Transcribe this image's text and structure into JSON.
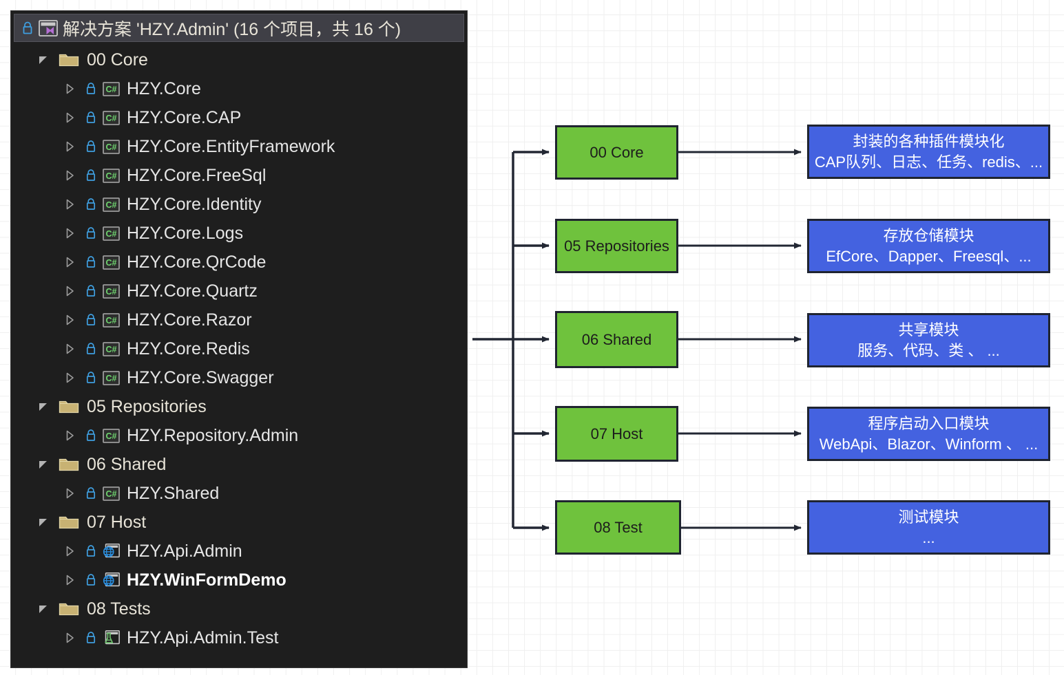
{
  "solution_explorer": {
    "header": {
      "title": "解决方案 'HZY.Admin' (16 个项目，共 16 个)",
      "lock_icon": "lock-icon",
      "solution_icon": "visual-studio-solution-icon"
    },
    "tree": [
      {
        "label": "00 Core",
        "type": "folder",
        "level": 1,
        "expander": "expanded",
        "bold": false
      },
      {
        "label": "HZY.Core",
        "type": "csharp",
        "level": 2,
        "expander": "collapsed",
        "bold": false
      },
      {
        "label": "HZY.Core.CAP",
        "type": "csharp",
        "level": 2,
        "expander": "collapsed",
        "bold": false
      },
      {
        "label": "HZY.Core.EntityFramework",
        "type": "csharp",
        "level": 2,
        "expander": "collapsed",
        "bold": false
      },
      {
        "label": "HZY.Core.FreeSql",
        "type": "csharp",
        "level": 2,
        "expander": "collapsed",
        "bold": false
      },
      {
        "label": "HZY.Core.Identity",
        "type": "csharp",
        "level": 2,
        "expander": "collapsed",
        "bold": false
      },
      {
        "label": "HZY.Core.Logs",
        "type": "csharp",
        "level": 2,
        "expander": "collapsed",
        "bold": false
      },
      {
        "label": "HZY.Core.QrCode",
        "type": "csharp",
        "level": 2,
        "expander": "collapsed",
        "bold": false
      },
      {
        "label": "HZY.Core.Quartz",
        "type": "csharp",
        "level": 2,
        "expander": "collapsed",
        "bold": false
      },
      {
        "label": "HZY.Core.Razor",
        "type": "csharp",
        "level": 2,
        "expander": "collapsed",
        "bold": false
      },
      {
        "label": "HZY.Core.Redis",
        "type": "csharp",
        "level": 2,
        "expander": "collapsed",
        "bold": false
      },
      {
        "label": "HZY.Core.Swagger",
        "type": "csharp",
        "level": 2,
        "expander": "collapsed",
        "bold": false
      },
      {
        "label": "05 Repositories",
        "type": "folder",
        "level": 1,
        "expander": "expanded",
        "bold": false
      },
      {
        "label": "HZY.Repository.Admin",
        "type": "csharp",
        "level": 2,
        "expander": "collapsed",
        "bold": false
      },
      {
        "label": "06 Shared",
        "type": "folder",
        "level": 1,
        "expander": "expanded",
        "bold": false
      },
      {
        "label": "HZY.Shared",
        "type": "csharp",
        "level": 2,
        "expander": "collapsed",
        "bold": false
      },
      {
        "label": "07 Host",
        "type": "folder",
        "level": 1,
        "expander": "expanded",
        "bold": false
      },
      {
        "label": "HZY.Api.Admin",
        "type": "web",
        "level": 2,
        "expander": "collapsed",
        "bold": false
      },
      {
        "label": "HZY.WinFormDemo",
        "type": "web",
        "level": 2,
        "expander": "collapsed",
        "bold": true
      },
      {
        "label": "08 Tests",
        "type": "folder",
        "level": 1,
        "expander": "expanded",
        "bold": false
      },
      {
        "label": "HZY.Api.Admin.Test",
        "type": "test",
        "level": 2,
        "expander": "collapsed",
        "bold": false
      }
    ]
  },
  "diagram": {
    "colors": {
      "module_fill": "#6fc23d",
      "description_fill": "#4462e0",
      "border": "#1f2430",
      "grid": "#efefef"
    },
    "modules": [
      {
        "label": "00 Core"
      },
      {
        "label": "05 Repositories"
      },
      {
        "label": "06 Shared"
      },
      {
        "label": "07 Host"
      },
      {
        "label": "08 Test"
      }
    ],
    "descriptions": [
      {
        "line1": "封装的各种插件模块化",
        "line2": "CAP队列、日志、任务、redis、..."
      },
      {
        "line1": "存放仓储模块",
        "line2": "EfCore、Dapper、Freesql、..."
      },
      {
        "line1": "共享模块",
        "line2": "服务、代码、类 、 ..."
      },
      {
        "line1": "程序启动入口模块",
        "line2": "WebApi、Blazor、Winform 、 ..."
      },
      {
        "line1": "测试模块",
        "line2": "..."
      }
    ]
  }
}
